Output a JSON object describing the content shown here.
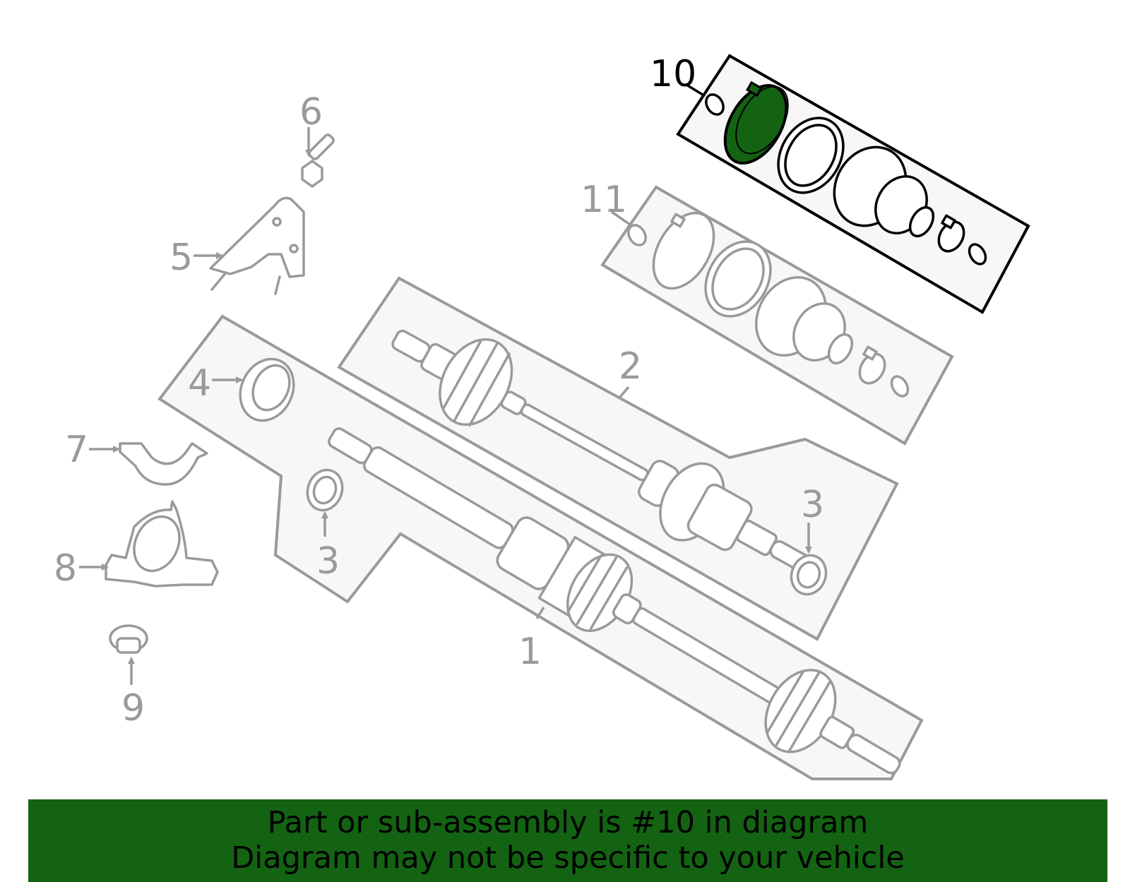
{
  "diagram": {
    "highlight_color": "#136313",
    "highlighted_callout": "10",
    "callouts": {
      "c1": "1",
      "c2": "2",
      "c3a": "3",
      "c3b": "3",
      "c4": "4",
      "c5": "5",
      "c6": "6",
      "c7": "7",
      "c8": "8",
      "c9": "9",
      "c10": "10",
      "c11": "11"
    }
  },
  "banner": {
    "line1": "Part or sub-assembly is #10 in diagram",
    "line2": "Diagram may not be specific to your vehicle",
    "background": "#136313"
  }
}
